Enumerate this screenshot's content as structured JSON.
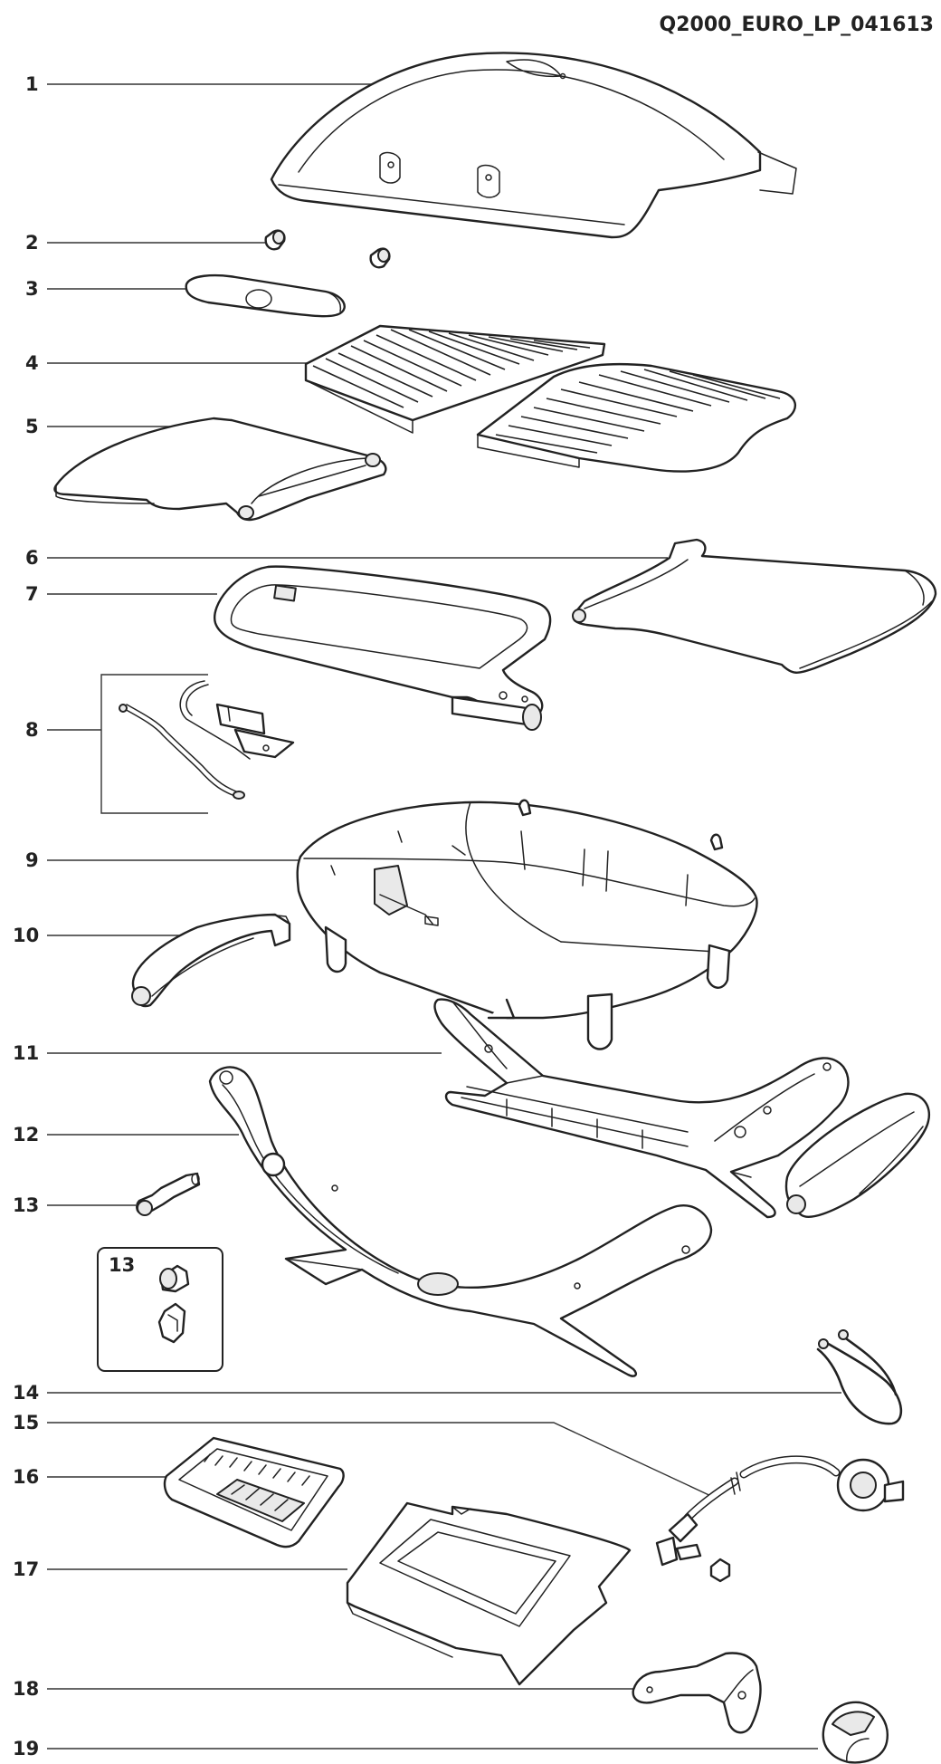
{
  "title": "Q2000_EURO_LP_041613",
  "callouts": [
    {
      "number": "1",
      "part": "lid-icon"
    },
    {
      "number": "2",
      "part": "lid-knob-icon"
    },
    {
      "number": "3",
      "part": "lid-handle-icon"
    },
    {
      "number": "4",
      "part": "cooking-grate-icon"
    },
    {
      "number": "5",
      "part": "left-side-table-icon"
    },
    {
      "number": "6",
      "part": "right-side-table-icon"
    },
    {
      "number": "7",
      "part": "burner-tube-icon"
    },
    {
      "number": "8",
      "part": "igniter-kit-icon"
    },
    {
      "number": "9",
      "part": "cookbox-icon"
    },
    {
      "number": "10",
      "part": "cookbox-handle-icon"
    },
    {
      "number": "11",
      "part": "left-frame-icon"
    },
    {
      "number": "12",
      "part": "right-frame-icon"
    },
    {
      "number": "13",
      "part": "igniter-button-icon"
    },
    {
      "number": "14",
      "part": "hose-clip-icon"
    },
    {
      "number": "15",
      "part": "regulator-hose-icon"
    },
    {
      "number": "16",
      "part": "drip-pan-icon"
    },
    {
      "number": "17",
      "part": "catch-pan-tray-icon"
    },
    {
      "number": "18",
      "part": "valve-bracket-icon"
    },
    {
      "number": "19",
      "part": "control-knob-icon"
    }
  ],
  "inset_label": "13"
}
